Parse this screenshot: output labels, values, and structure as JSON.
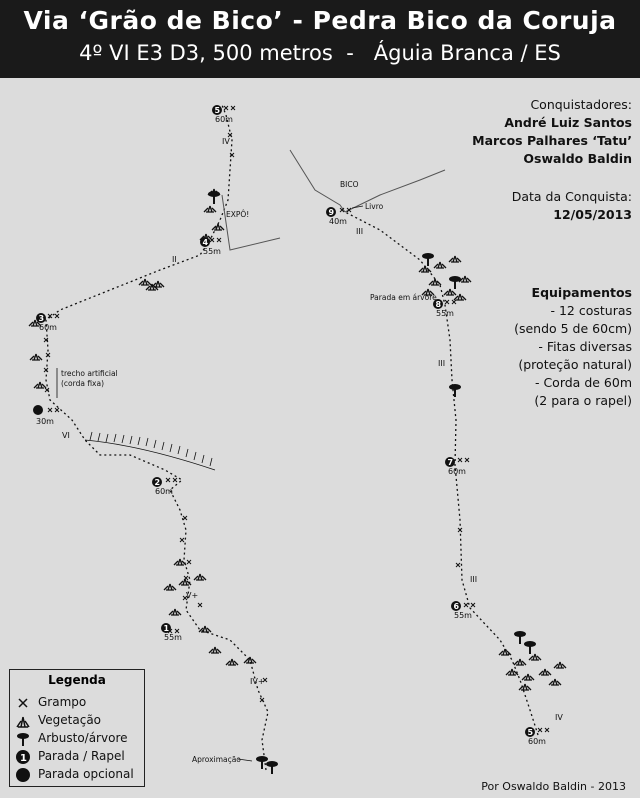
{
  "header": {
    "title": "Via ‘Grão de Bico’ - Pedra Bico da Coruja",
    "subtitle": "4º VI E3 D3, 500 metros  -   Águia Branca / ES"
  },
  "info": {
    "conquistadores_label": "Conquistadores:",
    "conquistadores": [
      "André Luiz Santos",
      "Marcos Palhares ‘Tatu’",
      "Oswaldo Baldin"
    ],
    "data_label": "Data da Conquista:",
    "data": "12/05/2013",
    "equip_label": "Equipamentos",
    "equip": [
      "- 12 costuras",
      "(sendo 5 de 60cm)",
      "- Fitas diversas",
      "(proteção natural)",
      "- Corda de 60m",
      "(2 para o rapel)"
    ]
  },
  "topo": {
    "belays": [
      {
        "num": "1",
        "length": "55m"
      },
      {
        "num": "2",
        "length": "60m"
      },
      {
        "num": "3",
        "length": "60m"
      },
      {
        "num": "4",
        "length": "55m"
      },
      {
        "num": "5",
        "length": "60m"
      },
      {
        "num": "6",
        "length": "55m"
      },
      {
        "num": "7",
        "length": "60m"
      },
      {
        "num": "8",
        "length": "55m"
      },
      {
        "num": "9",
        "length": "40m"
      }
    ],
    "optional_belay_length": "30m",
    "grades": {
      "g1": "IV+",
      "g2": "V+",
      "g3": "VI",
      "g4": "II",
      "g5": "IV",
      "g6": "IV",
      "g7": "III",
      "g8": "III",
      "g9": "III"
    },
    "labels": {
      "approach": "Aproximação",
      "artificial_1": "trecho artificial",
      "artificial_2": "(corda fixa)",
      "exposed": "EXPÔ!",
      "bico": "BICO",
      "livro": "Livro",
      "tree_belay": "Parada em árvore"
    }
  },
  "legend": {
    "title": "Legenda",
    "items": [
      "Grampo",
      "Vegetação",
      "Arbusto/árvore",
      "Parada / Rapel",
      "Parada opcional"
    ],
    "belay_num": "1"
  },
  "credit": "Por Oswaldo Baldin - 2013"
}
